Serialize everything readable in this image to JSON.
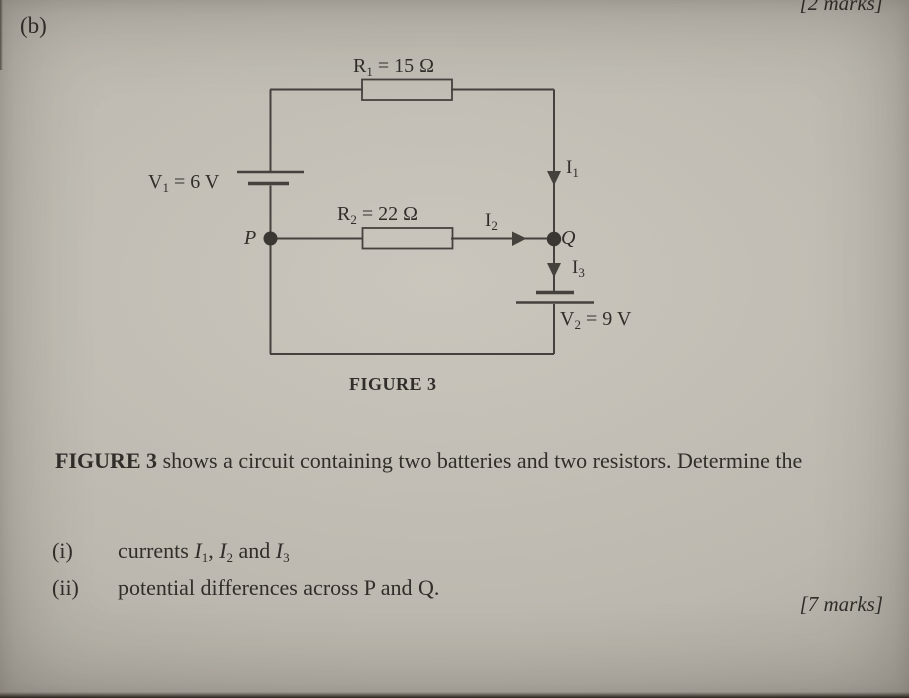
{
  "colors": {
    "paper-light": "#cac6bd",
    "paper-mid": "#bcb8af",
    "paper-dark": "#a19d94",
    "ink": "#45413c",
    "text": "#312e2a"
  },
  "page": {
    "part_label": "(b)",
    "top_marks": "[2 marks]"
  },
  "figure": {
    "caption": "FIGURE 3",
    "r1": {
      "base": "R",
      "sub": "1",
      "rest": " = 15 Ω"
    },
    "r2": {
      "base": "R",
      "sub": "2",
      "rest": " = 22 Ω"
    },
    "v1": {
      "base": "V",
      "sub": "1",
      "rest": " = 6 V"
    },
    "v2": {
      "base": "V",
      "sub": "2",
      "rest": " = 9 V"
    },
    "i1": {
      "base": "I",
      "sub": "1"
    },
    "i2": {
      "base": "I",
      "sub": "2"
    },
    "i3": {
      "base": "I",
      "sub": "3"
    },
    "node_p": "P",
    "node_q": "Q"
  },
  "question": {
    "intro": {
      "bold": "FIGURE 3",
      "rest": " shows a circuit containing two batteries and two resistors. Determine the"
    },
    "items": [
      {
        "label": "(i)",
        "t1": "currents ",
        "v1": "I",
        "s1": "1",
        "t2": ", ",
        "v2": "I",
        "s2": "2",
        "t3": " and ",
        "v3": "I",
        "s3": "3"
      },
      {
        "label": "(ii)",
        "text": "potential differences across P and Q."
      }
    ],
    "marks": "[7 marks]"
  }
}
